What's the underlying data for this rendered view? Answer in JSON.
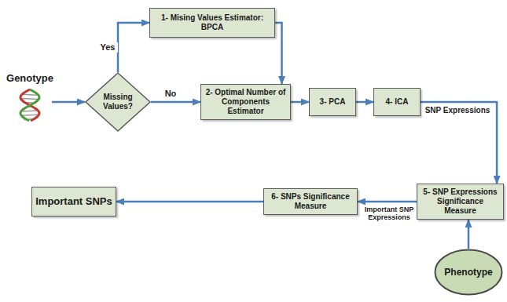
{
  "diagram": {
    "nodes": [
      {
        "text": [
          "Genotype"
        ]
      },
      {
        "text": [
          "Missing Values?"
        ]
      },
      {
        "text": [
          "1- Mising Values Estimator: BPCA"
        ]
      },
      {
        "text": [
          "2- Optimal Number of Components Estimator"
        ]
      },
      {
        "text": [
          "3- PCA"
        ]
      },
      {
        "text": [
          "4- ICA"
        ]
      },
      {
        "text": [
          "5- SNP Expressions Significance Measure"
        ]
      },
      {
        "text": [
          "6- SNPs Significance Measure"
        ]
      },
      {
        "text": [
          "Important SNPs"
        ]
      },
      {
        "text": [
          "Phenotype"
        ]
      }
    ],
    "edges": [
      {
        "from": 0,
        "to": 1,
        "arrow": "to"
      },
      {
        "from": 1,
        "to": 2,
        "label": "Yes",
        "arrow": "to"
      },
      {
        "from": 1,
        "to": 3,
        "label": "No",
        "arrow": "to"
      },
      {
        "from": 2,
        "to": 3,
        "arrow": "to"
      },
      {
        "from": 3,
        "to": 4,
        "arrow": "to"
      },
      {
        "from": 4,
        "to": 5,
        "arrow": "to"
      },
      {
        "from": 5,
        "to": 6,
        "label": "SNP Expressions",
        "arrow": "to"
      },
      {
        "from": 6,
        "to": 7,
        "label": "Important SNP Expressions",
        "arrow": "to"
      },
      {
        "from": 7,
        "to": 8,
        "arrow": "to"
      },
      {
        "from": 9,
        "to": 6,
        "arrow": "to"
      }
    ]
  }
}
